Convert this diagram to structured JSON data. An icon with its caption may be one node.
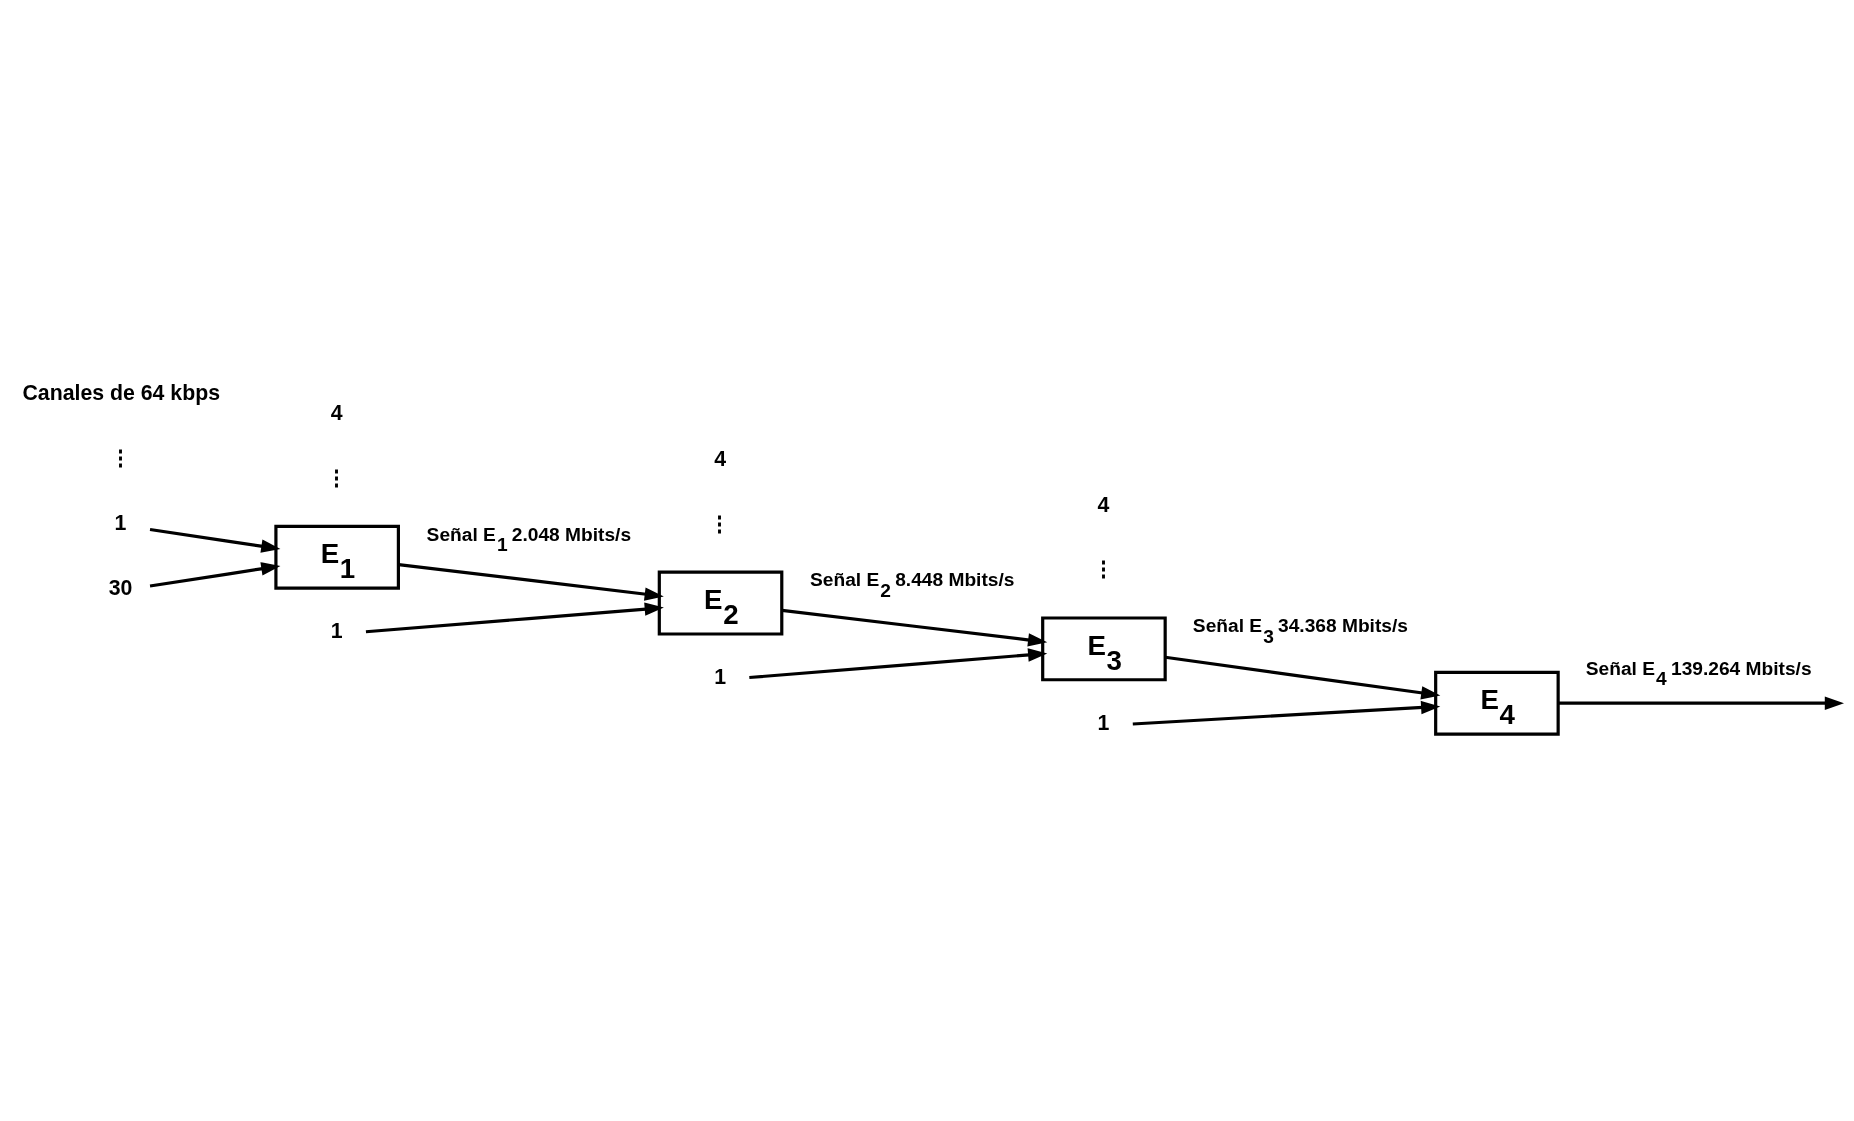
{
  "diagram": {
    "nodes": [
      {
        "text": [
          "1"
        ]
      },
      {
        "text": [
          "30"
        ]
      },
      {
        "text": [
          "E$_{1}$"
        ]
      },
      {
        "text": [
          "1"
        ]
      },
      {
        "text": [
          "E$_{2}$"
        ]
      },
      {
        "text": [
          "1"
        ]
      },
      {
        "text": [
          "E$_{3}$"
        ]
      },
      {
        "text": [
          "1"
        ]
      },
      {
        "text": [
          "E$_{4}$"
        ]
      }
    ],
    "edges": [
      {
        "from": 0,
        "to": 2,
        "arrow": "to"
      },
      {
        "from": 1,
        "to": 2,
        "arrow": "to"
      },
      {
        "from": 3,
        "to": 4,
        "arrow": "to"
      },
      {
        "from": 2,
        "to": 4,
        "arrow": "to",
        "label": "Señal E$_{1}$ 2.048 Mbits/s"
      },
      {
        "from": 5,
        "to": 6,
        "arrow": "to"
      },
      {
        "from": 4,
        "to": 6,
        "arrow": "to",
        "label": "Señal E$_{2}$ 8.448 Mbits/s"
      },
      {
        "from": 7,
        "to": 8,
        "arrow": "to"
      },
      {
        "from": 6,
        "to": 8,
        "arrow": "to",
        "label": "Señal E$_{3}$ 34.368 Mbits/s"
      },
      {
        "from": 8,
        "to": null,
        "arrow": "to",
        "label": "Señal E$_{4}$ 139.264 Mbits/s"
      }
    ],
    "labels": [
      "⋮",
      "Canales de 64 kbps",
      "⋮",
      "4",
      "⋮",
      "4",
      "⋮",
      "4"
    ]
  }
}
